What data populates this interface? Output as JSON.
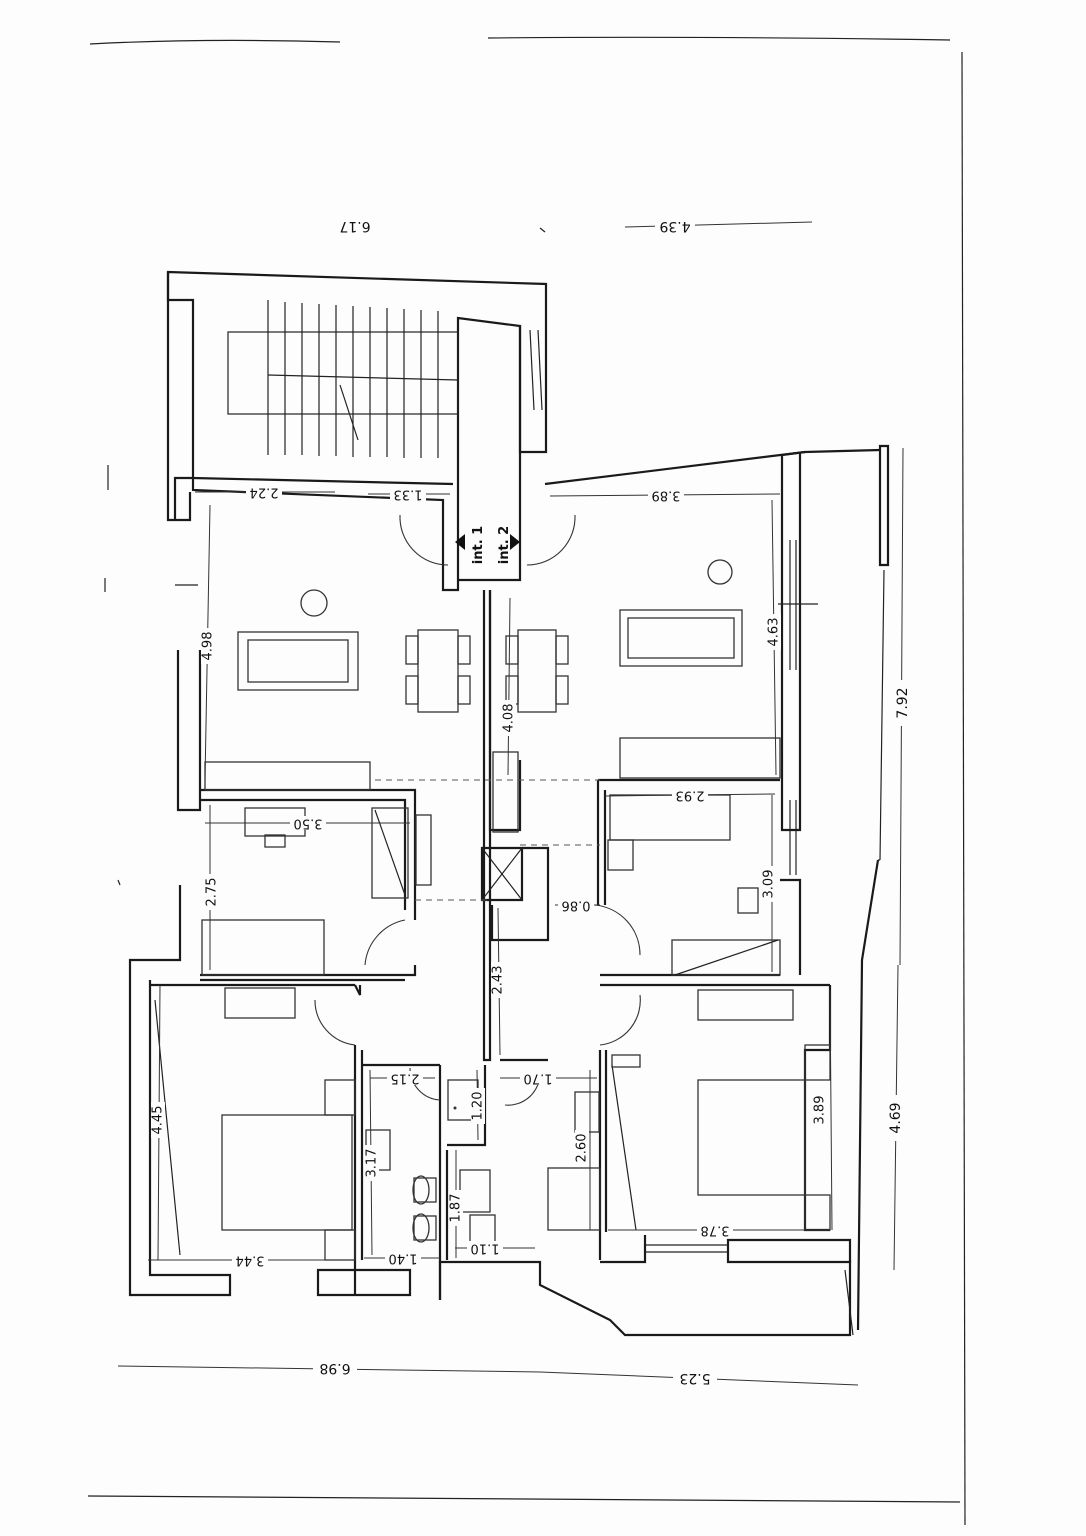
{
  "units": {
    "left": "int. 1",
    "right": "int. 2"
  },
  "dimensions": {
    "top_left_total": "6.17",
    "top_right_total": "4.39",
    "bottom_left_total": "6.98",
    "bottom_right_total": "5.23",
    "right_upper_total": "7.92",
    "right_lower_total": "4.69",
    "d_2_24": "2.24",
    "d_1_33": "1.33",
    "d_3_89_top": "3.89",
    "d_4_98": "4.98",
    "d_4_63": "4.63",
    "d_4_08": "4.08",
    "d_3_50": "3.50",
    "d_2_93": "2.93",
    "d_2_75": "2.75",
    "d_0_86": "0.86",
    "d_3_09": "3.09",
    "d_2_43": "2.43",
    "d_2_15": "2.15",
    "d_1_20": "1.20",
    "d_1_70": "1.70",
    "d_4_45": "4.45",
    "d_3_17": "3.17",
    "d_1_87": "1.87",
    "d_2_60": "2.60",
    "d_3_89_right": "3.89",
    "d_3_44": "3.44",
    "d_1_40": "1.40",
    "d_1_10": "1.10",
    "d_3_78": "3.78"
  }
}
